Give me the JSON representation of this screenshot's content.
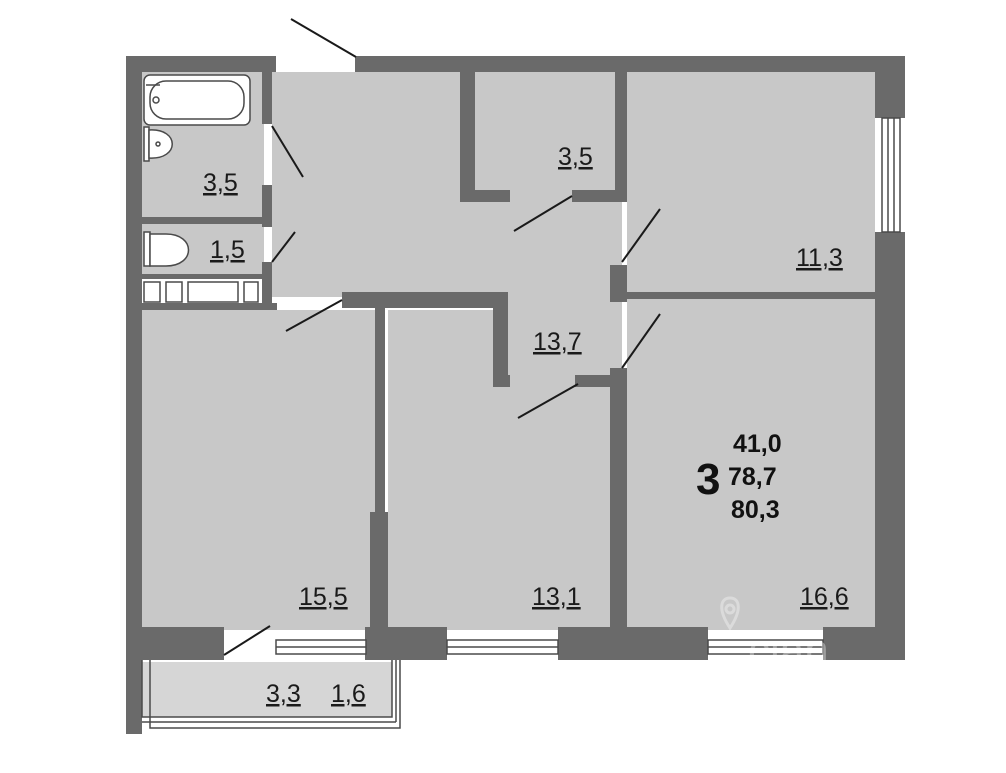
{
  "colors": {
    "wall": "#6a6a6a",
    "floor": "#c8c8c8",
    "balcony_floor": "#d6d6d6",
    "outline": "#4a4a4a",
    "door": "#1a1a1a",
    "text": "#1a1a1a"
  },
  "rooms": {
    "bathroom": "3,5",
    "toilet": "1,5",
    "storage": "3,5",
    "bedroom_top_right": "11,3",
    "hallway": "13,7",
    "room_left": "15,5",
    "room_middle": "13,1",
    "room_right": "16,6",
    "balcony_a": "3,3",
    "balcony_b": "1,6"
  },
  "summary": {
    "rooms_count": "3",
    "living_area": "41,0",
    "total_area": "78,7",
    "total_with_balcony": "80,3"
  },
  "watermark": "cian"
}
